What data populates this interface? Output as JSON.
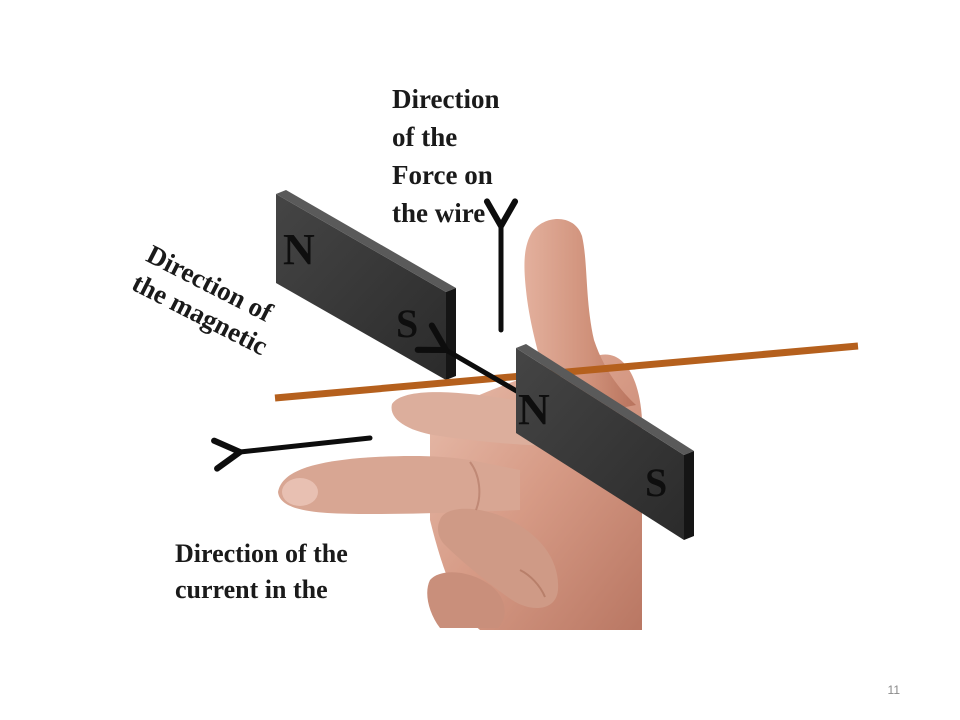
{
  "slide": {
    "page_number": "11"
  },
  "labels": {
    "force": [
      "Direction",
      "of the",
      "Force on",
      "the wire"
    ],
    "magnetic": [
      "Direction of",
      "the magnetic"
    ],
    "current": [
      "Direction of the",
      "current in the"
    ]
  },
  "magnets": {
    "back": {
      "north": "N",
      "south": "S"
    },
    "front": {
      "north": "N",
      "south": "S"
    }
  },
  "colors": {
    "wire": "#b5601d",
    "magnet_face": "#3a3a3a",
    "magnet_edge": "#1d1d1d",
    "skin": "#d9a48f",
    "arrow": "#0d0d0d"
  }
}
